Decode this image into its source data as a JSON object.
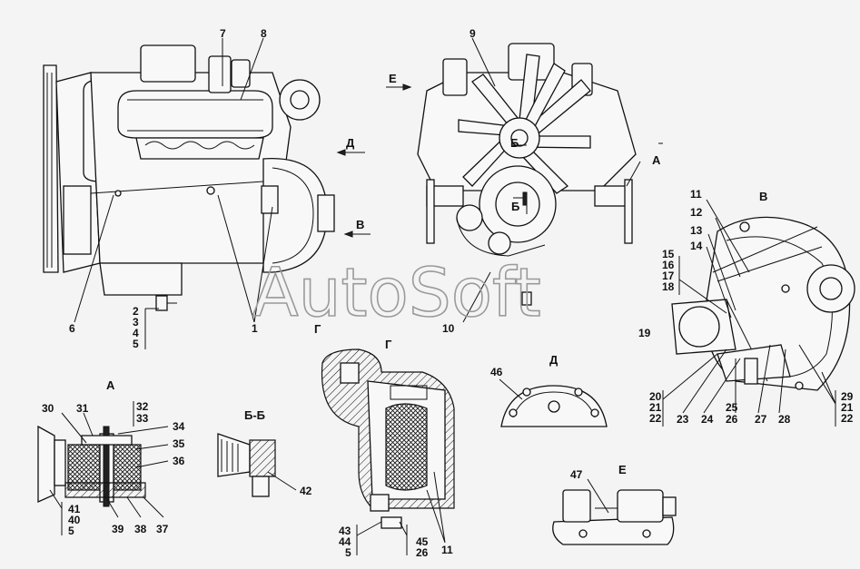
{
  "watermark": "AutoSoft",
  "views": {
    "A": "А",
    "B": "В",
    "G": "Г",
    "D": "Д",
    "E": "Е",
    "BB": "Б-Б"
  },
  "view_markers": {
    "D": "Д",
    "B": "В",
    "E": "Е",
    "A": "А",
    "G": "Г",
    "B_section_1": "Б",
    "B_section_2": "Б"
  },
  "labels": {
    "p1": "1",
    "p2": "2",
    "p3": "3",
    "p4": "4",
    "p5": "5",
    "p6": "6",
    "p7": "7",
    "p8": "8",
    "p9": "9",
    "p10": "10",
    "p11": "11",
    "p12": "12",
    "p13": "13",
    "p14": "14",
    "p15": "15",
    "p16": "16",
    "p17": "17",
    "p18": "18",
    "p19": "19",
    "p20": "20",
    "p21": "21",
    "p22": "22",
    "p23": "23",
    "p24": "24",
    "p25": "25",
    "p26": "26",
    "p27": "27",
    "p28": "28",
    "p29": "29",
    "p21b": "21",
    "p22b": "22",
    "p30": "30",
    "p31": "31",
    "p32": "32",
    "p33": "33",
    "p34": "34",
    "p35": "35",
    "p36": "36",
    "p37": "37",
    "p38": "38",
    "p39": "39",
    "p41": "41",
    "p40": "40",
    "p5b": "5",
    "p42": "42",
    "p43": "43",
    "p44": "44",
    "p5c": "5",
    "p45": "45",
    "p26b": "26",
    "p11b": "11",
    "p46": "46",
    "p47": "47"
  }
}
